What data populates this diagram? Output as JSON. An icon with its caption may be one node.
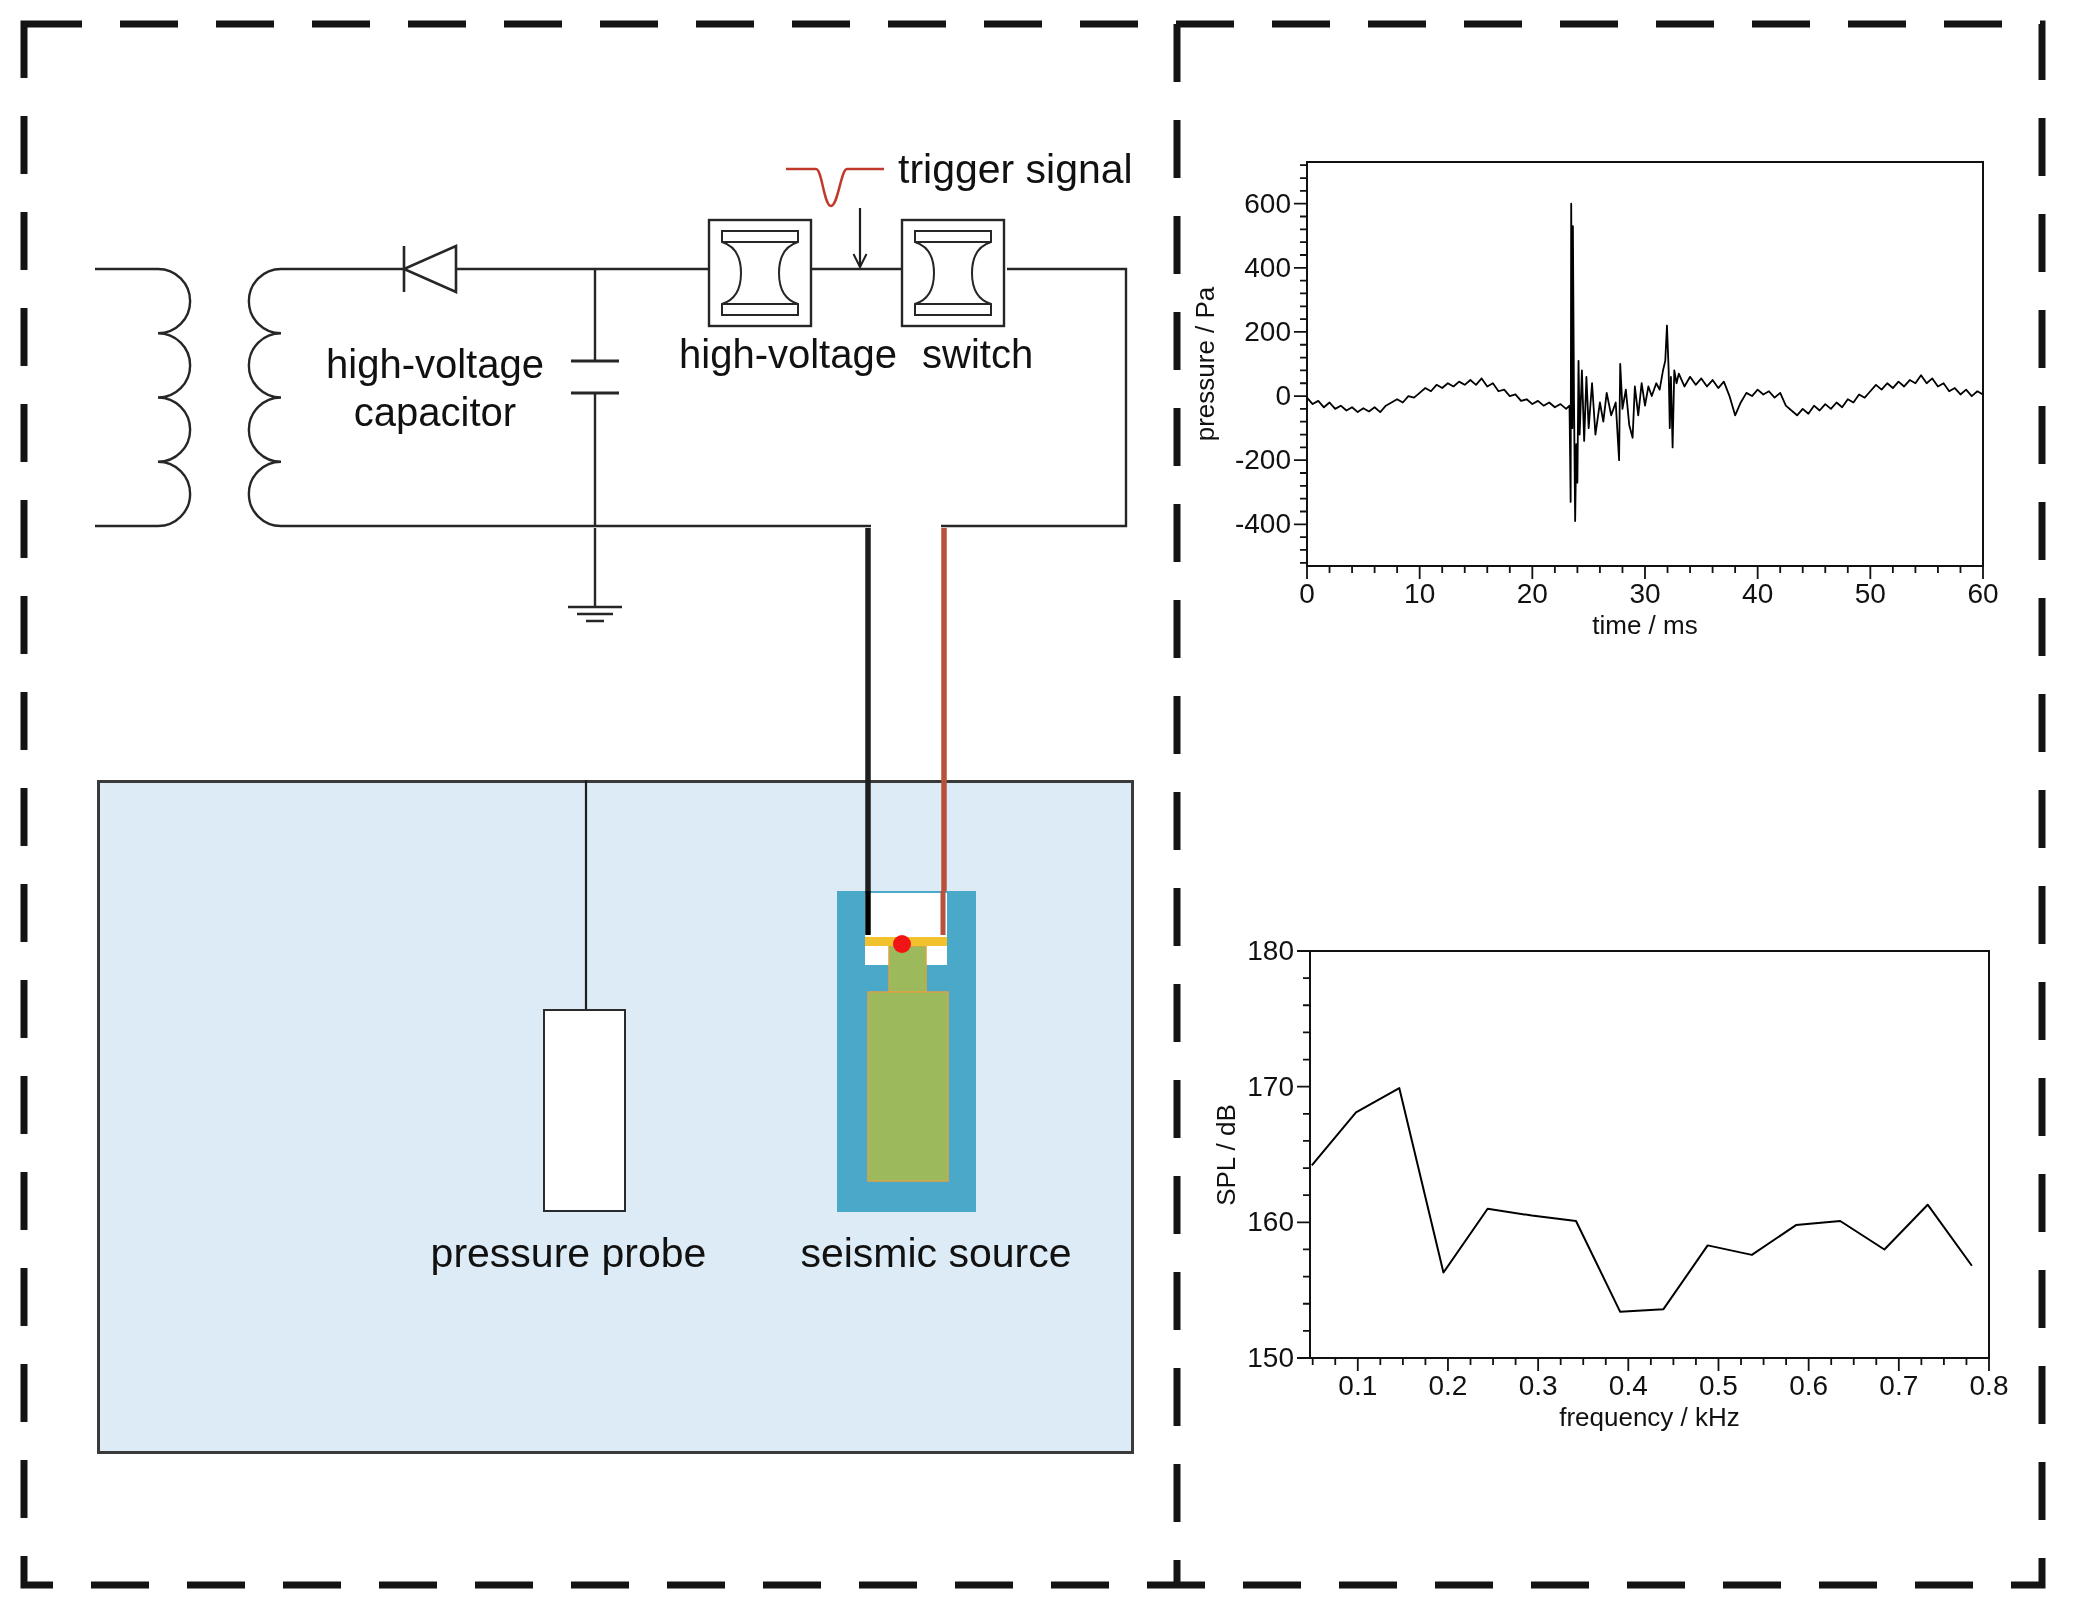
{
  "diagram": {
    "nodes": [
      {
        "text": [
          "trigger signal"
        ]
      },
      {
        "text": [],
        "shape": "picture"
      },
      {
        "text": [],
        "shape": "box"
      },
      {
        "text": [
          "pressure probe"
        ],
        "in": 2
      },
      {
        "text": [
          "seismic source"
        ],
        "in": 2
      }
    ],
    "edges": [
      {
        "from": 0,
        "to": 1,
        "arrow": "to"
      },
      {
        "from": 2,
        "to": 3,
        "arrow": "none"
      },
      {
        "from": 1,
        "to": 4,
        "arrow": "none",
        "style": "thick"
      },
      {
        "from": 1,
        "to": 4,
        "arrow": "none",
        "style": "thick",
        "color": "#b8503a"
      }
    ],
    "labels": [
      "high-voltage capacitor",
      "high-voltage switch"
    ],
    "chart_data": [
      {
        "type": "line",
        "xlabel": "time / ms",
        "ylabel": "pressure / Pa",
        "x": [
          0,
          0.5,
          1,
          1.5,
          2,
          2.5,
          3,
          3.5,
          4,
          4.5,
          5,
          5.5,
          6,
          6.5,
          7,
          7.5,
          8,
          8.5,
          9,
          9.5,
          10,
          10.5,
          11,
          11.5,
          12,
          12.5,
          13,
          13.5,
          14,
          14.5,
          15,
          15.5,
          16,
          16.5,
          17,
          17.5,
          18,
          18.5,
          19,
          19.5,
          20,
          20.5,
          21,
          21.5,
          22,
          22.5,
          23,
          23.3,
          23.4,
          23.45,
          23.55,
          23.6,
          23.7,
          23.8,
          23.9,
          24,
          24.1,
          24.2,
          24.4,
          24.6,
          24.8,
          25,
          25.3,
          25.6,
          26,
          26.3,
          26.6,
          27,
          27.4,
          27.7,
          27.8,
          28,
          28.3,
          28.6,
          28.9,
          29.1,
          29.4,
          29.7,
          30,
          30.3,
          30.6,
          31,
          31.3,
          31.6,
          31.8,
          31.95,
          32.1,
          32.2,
          32.3,
          32.45,
          32.6,
          32.8,
          33,
          33.5,
          34,
          34.5,
          35,
          35.5,
          36,
          36.5,
          37,
          37.5,
          38,
          38.5,
          39,
          39.5,
          40,
          40.5,
          41,
          41.5,
          42,
          42.5,
          43,
          43.5,
          44,
          44.5,
          45,
          45.5,
          46,
          46.5,
          47,
          47.5,
          48,
          48.5,
          49,
          49.5,
          50,
          50.5,
          51,
          51.5,
          52,
          52.5,
          53,
          53.5,
          54,
          54.5,
          55,
          55.5,
          56,
          56.5,
          57,
          57.5,
          58,
          58.5,
          59,
          59.5,
          60
        ],
        "series": [
          {
            "color": "#000000",
            "values": [
              -5,
              -25,
              -15,
              -35,
              -20,
              -40,
              -30,
              -45,
              -35,
              -50,
              -38,
              -48,
              -35,
              -50,
              -30,
              -20,
              -10,
              -20,
              0,
              -5,
              10,
              25,
              15,
              35,
              25,
              40,
              30,
              45,
              35,
              50,
              35,
              55,
              30,
              40,
              15,
              20,
              0,
              5,
              -15,
              -10,
              -25,
              -15,
              -30,
              -20,
              -35,
              -25,
              -40,
              -30,
              -330,
              600,
              -100,
              530,
              -20,
              -390,
              -150,
              -270,
              110,
              -120,
              80,
              -140,
              60,
              -100,
              40,
              -120,
              -20,
              -80,
              10,
              -60,
              -20,
              -200,
              100,
              -40,
              20,
              -90,
              -130,
              30,
              -60,
              40,
              -30,
              30,
              0,
              40,
              20,
              80,
              110,
              220,
              80,
              -100,
              60,
              -160,
              80,
              40,
              70,
              30,
              60,
              35,
              55,
              30,
              50,
              25,
              45,
              0,
              -60,
              -20,
              10,
              0,
              20,
              5,
              15,
              -5,
              10,
              -30,
              -45,
              -60,
              -40,
              -55,
              -30,
              -45,
              -25,
              -40,
              -20,
              -35,
              -10,
              -20,
              5,
              -5,
              15,
              35,
              20,
              40,
              25,
              45,
              30,
              50,
              40,
              65,
              40,
              55,
              30,
              40,
              15,
              25,
              5,
              20,
              0,
              15,
              5
            ]
          }
        ],
        "xlim": [
          0,
          60
        ],
        "ylim": [
          -530,
          730
        ],
        "xticks": [
          0,
          10,
          20,
          30,
          40,
          50,
          60
        ],
        "yticks": [
          -400,
          -200,
          0,
          200,
          400,
          600
        ]
      },
      {
        "type": "line",
        "xlabel": "frequency / kHz",
        "ylabel": "SPL / dB",
        "x": [
          0.049,
          0.098,
          0.146,
          0.195,
          0.244,
          0.293,
          0.342,
          0.391,
          0.439,
          0.488,
          0.537,
          0.586,
          0.635,
          0.684,
          0.732,
          0.781
        ],
        "series": [
          {
            "color": "#000000",
            "values": [
              164.2,
              168.1,
              169.9,
              156.3,
              161.0,
              160.5,
              160.1,
              153.4,
              153.6,
              158.3,
              157.6,
              159.8,
              160.1,
              158.0,
              161.3,
              156.8
            ]
          }
        ],
        "xlim": [
          0.047,
          0.8
        ],
        "ylim": [
          150,
          180
        ],
        "xticks": [
          0.1,
          0.2,
          0.3,
          0.4,
          0.5,
          0.6,
          0.7,
          0.8
        ],
        "yticks": [
          150,
          160,
          170,
          180
        ]
      }
    ]
  }
}
